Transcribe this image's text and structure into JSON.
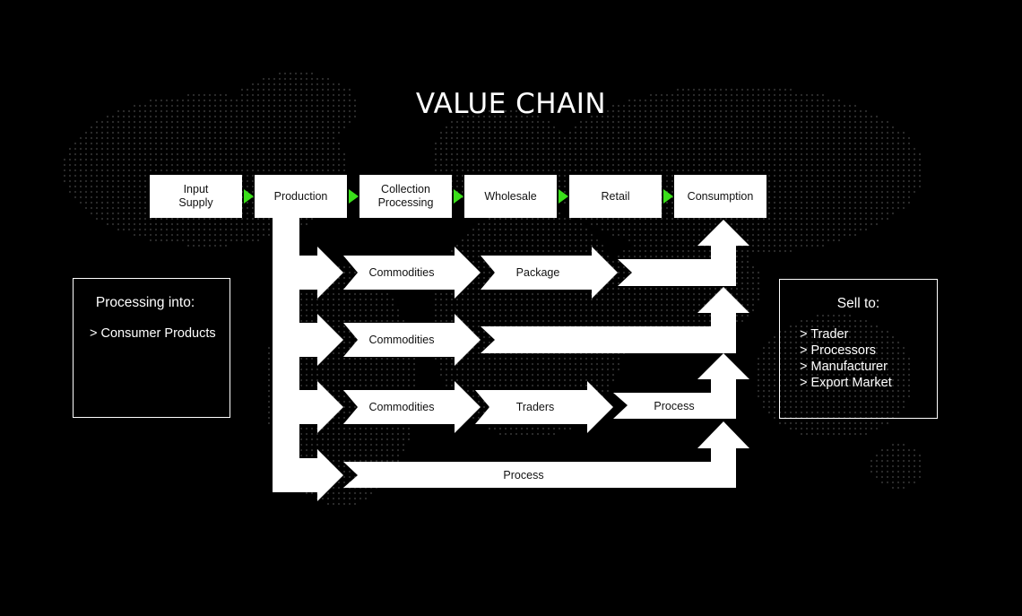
{
  "title": "VALUE CHAIN",
  "stages": [
    {
      "label": "Input\nSupply"
    },
    {
      "label": "Production"
    },
    {
      "label": "Collection\nProcessing"
    },
    {
      "label": "Wholesale"
    },
    {
      "label": "Retail"
    },
    {
      "label": "Consumption"
    }
  ],
  "left_panel": {
    "heading": "Processing into:",
    "items": [
      "> Consumer Products"
    ]
  },
  "right_panel": {
    "heading": "Sell to:",
    "items": [
      "> Trader",
      "> Processors",
      "> Manufacturer",
      "> Export Market"
    ]
  },
  "flows": [
    [
      "Commodities",
      "Package"
    ],
    [
      "Commodities"
    ],
    [
      "Commodities",
      "Traders",
      "Process"
    ],
    [
      "Process"
    ]
  ],
  "colors": {
    "background": "#000000",
    "connector": "#3adf1a",
    "shapes": "#ffffff"
  }
}
